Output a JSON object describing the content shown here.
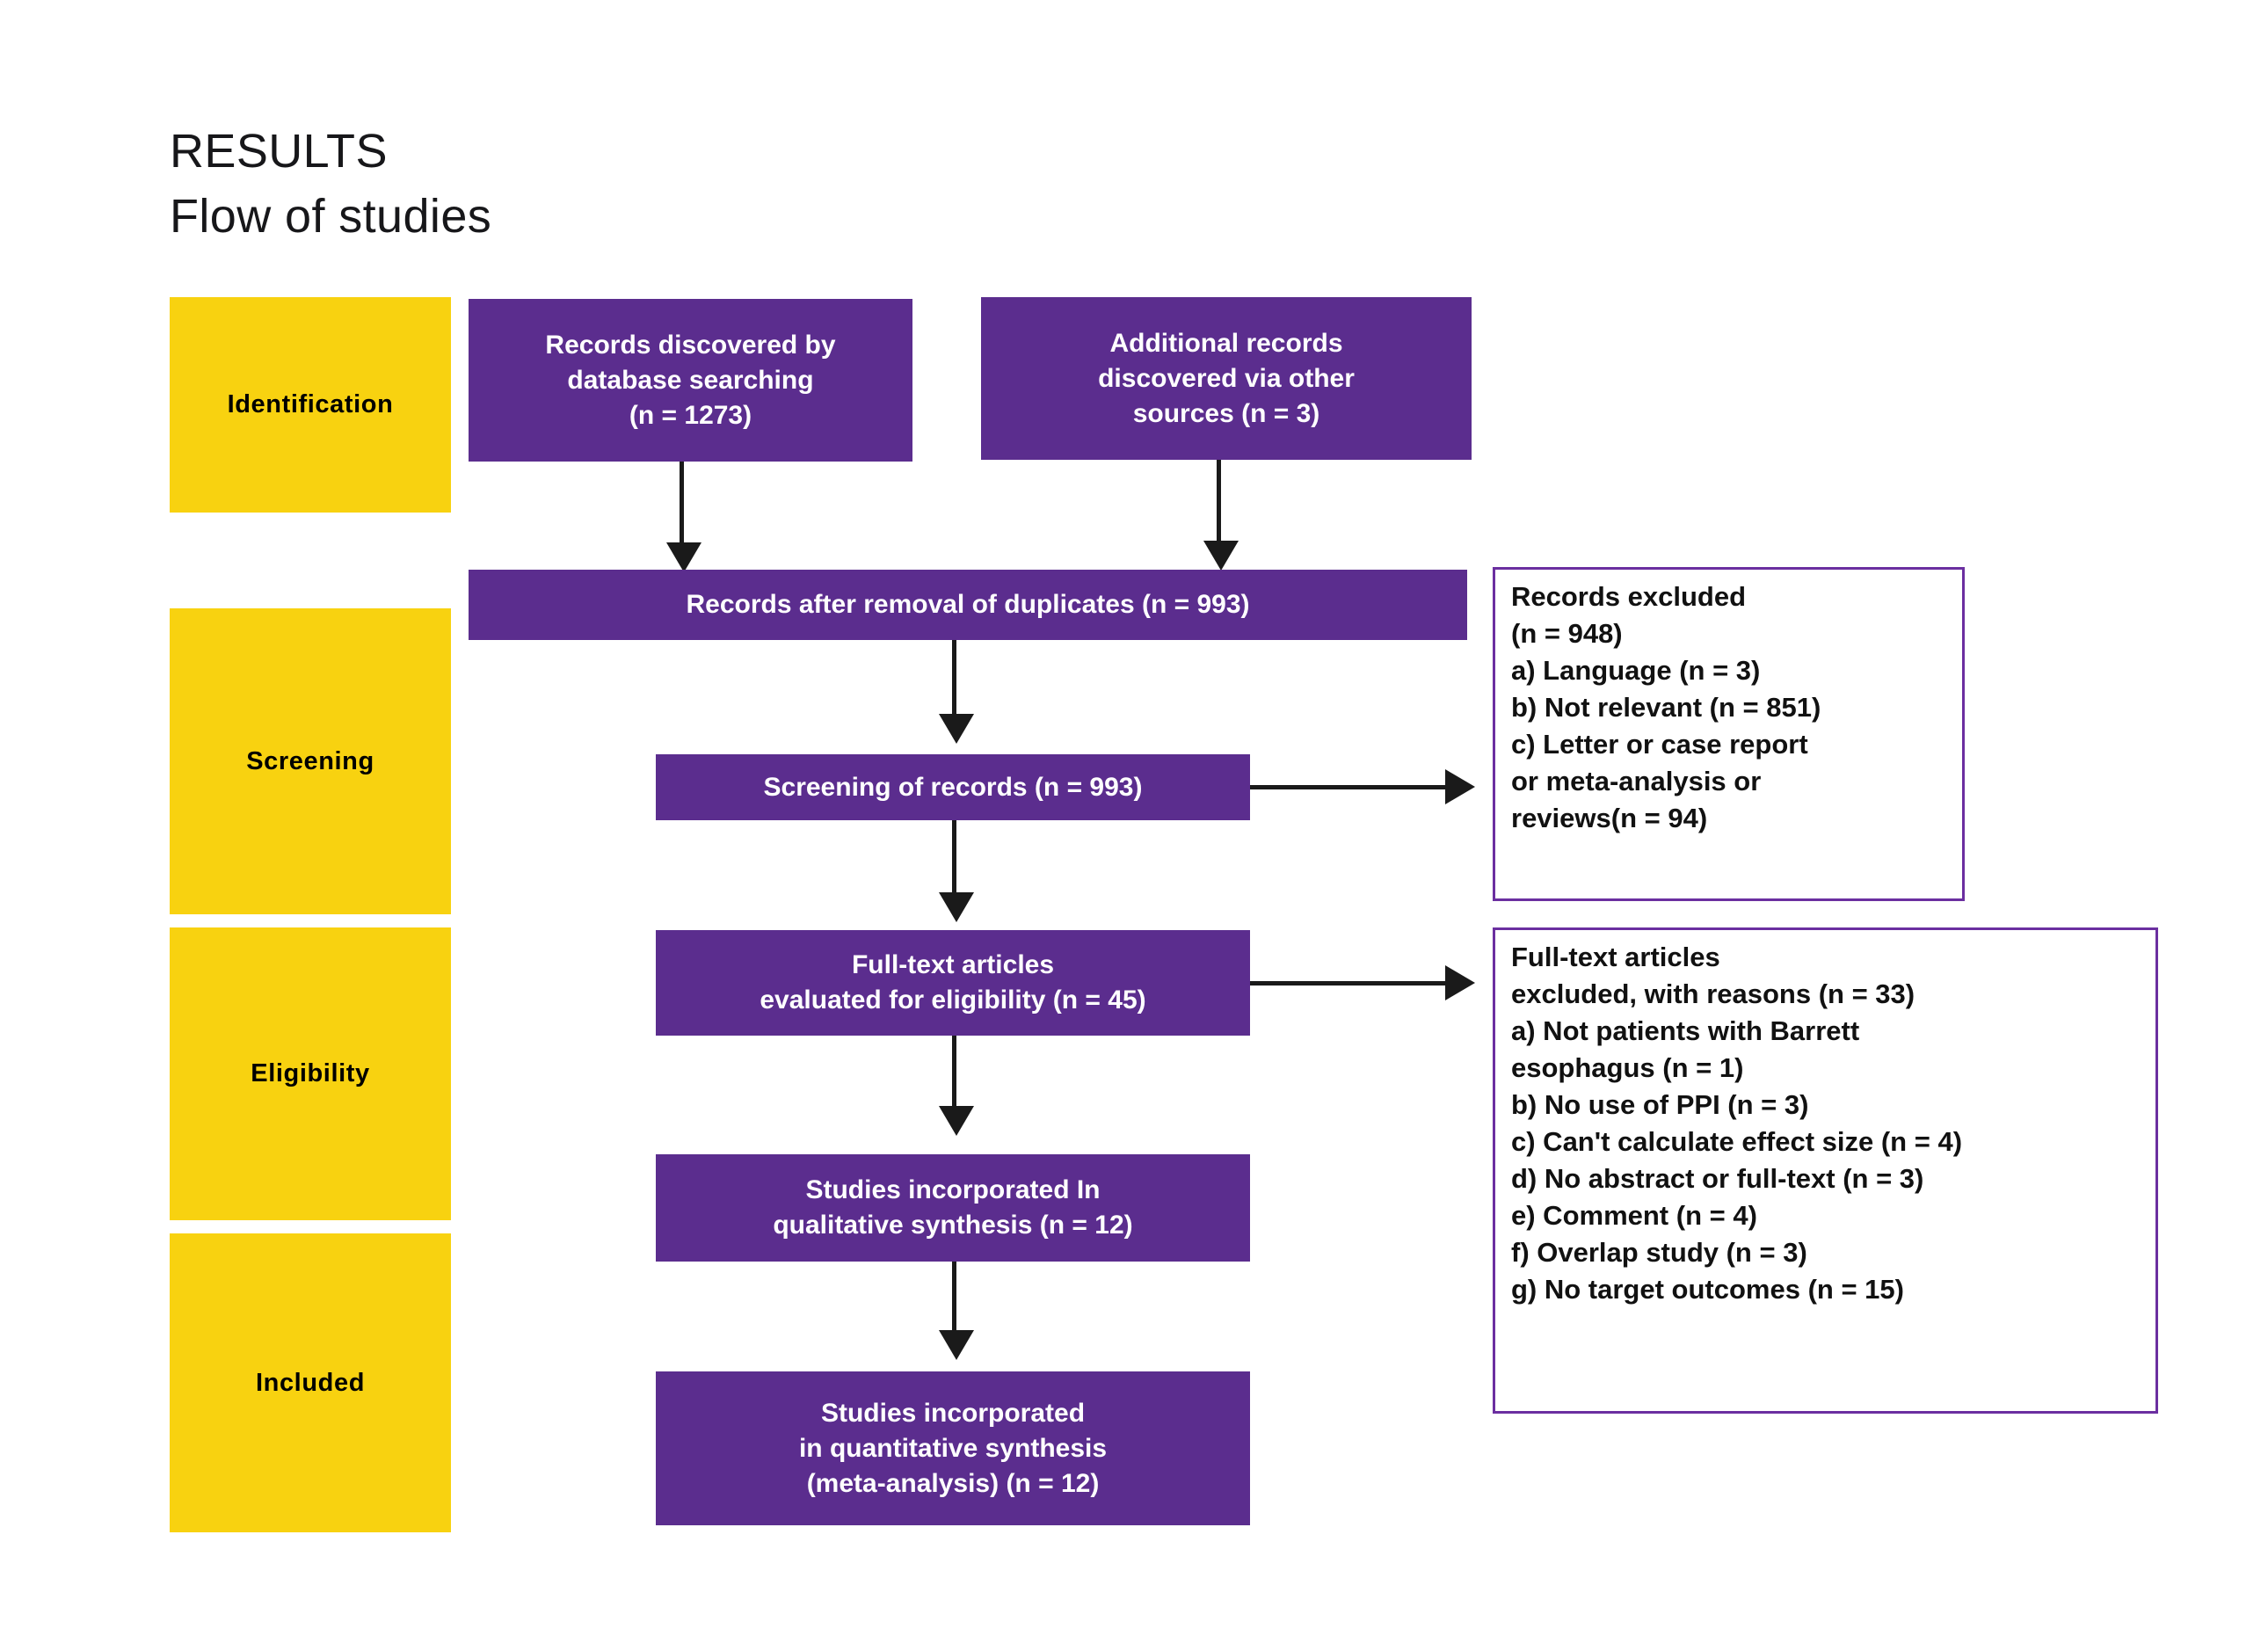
{
  "heading": {
    "line1": "RESULTS",
    "line2": "Flow of studies"
  },
  "colors": {
    "stage_fill": "#F8D210",
    "process_fill": "#5B2D8E",
    "process_text": "#FFFFFF",
    "exclusion_border": "#6B2FA0",
    "connector": "#1A1A1A",
    "heading_text": "#17171A"
  },
  "stages": [
    {
      "label": "Identification"
    },
    {
      "label": "Screening"
    },
    {
      "label": "Eligibility"
    },
    {
      "label": "Included"
    }
  ],
  "flow": {
    "records_database": "Records discovered by\ndatabase searching\n(n = 1273)",
    "records_other": "Additional records\ndiscovered via other\nsources (n = 3)",
    "after_duplicates": "Records after removal of duplicates (n = 993)",
    "screening": "Screening of records (n = 993)",
    "fulltext_eligibility": "Full-text articles\nevaluated for eligibility (n = 45)",
    "qualitative": "Studies incorporated In\nqualitative synthesis (n = 12)",
    "quantitative": "Studies incorporated\nin quantitative synthesis\n(meta-analysis) (n = 12)"
  },
  "exclusions": {
    "records_excluded": "Records excluded\n(n = 948)\na) Language (n = 3)\nb) Not relevant (n = 851)\nc) Letter or case report\nor meta-analysis or\nreviews(n = 94)",
    "fulltext_excluded": "Full-text articles\nexcluded, with reasons (n = 33)\na) Not patients with Barrett\nesophagus (n = 1)\nb) No use of PPI (n = 3)\nc) Can't calculate effect size (n = 4)\nd) No abstract or full-text (n = 3)\ne) Comment (n = 4)\nf) Overlap study (n = 3)\ng) No target outcomes (n = 15)"
  },
  "counts": {
    "database_records": 1273,
    "other_records": 3,
    "after_duplicates": 993,
    "screened": 993,
    "records_excluded_total": 948,
    "excluded_language": 3,
    "excluded_not_relevant": 851,
    "excluded_letter_case_meta_reviews": 94,
    "fulltext_assessed": 45,
    "fulltext_excluded_total": 33,
    "excluded_not_barrett": 1,
    "excluded_no_ppi": 3,
    "excluded_no_effect_size": 4,
    "excluded_no_abstract": 3,
    "excluded_comment": 4,
    "excluded_overlap": 3,
    "excluded_no_outcomes": 15,
    "qualitative_included": 12,
    "quantitative_included": 12
  }
}
